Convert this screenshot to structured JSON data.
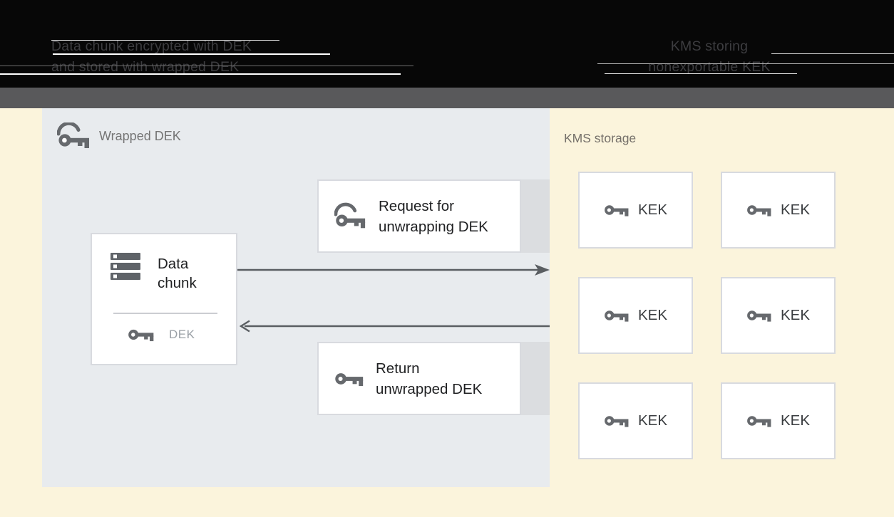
{
  "header_strip": {
    "left": {
      "line1": "Data chunk encrypted with DEK",
      "line2": "and stored with wrapped DEK"
    },
    "right": {
      "line1": "KMS storing",
      "line2": "nonexportable KEK"
    }
  },
  "wrapped_dek_panel": {
    "title": "Wrapped DEK",
    "data_chunk_box": {
      "title_line1": "Data",
      "title_line2": "chunk",
      "key_label": "DEK"
    },
    "request_box": {
      "line1": "Request for",
      "line2": "unwrapping DEK"
    },
    "return_box": {
      "line1": "Return",
      "line2": "unwrapped DEK"
    }
  },
  "kms_storage": {
    "title": "KMS storage",
    "kek_boxes": [
      {
        "label": "KEK"
      },
      {
        "label": "KEK"
      },
      {
        "label": "KEK"
      },
      {
        "label": "KEK"
      },
      {
        "label": "KEK"
      },
      {
        "label": "KEK"
      }
    ]
  },
  "colors": {
    "page_background": "#FBF4DC",
    "panel_background": "#E8EBEE",
    "header_bar": "#070707",
    "gray_bar": "#59595B",
    "box_background": "#FFFFFF",
    "box_border": "#D8DADF",
    "edge_strip": "#DBDDE0",
    "icon_gray": "#66696D",
    "arrow_gray": "#5A5E62",
    "muted_label": "#757575",
    "kms_label": "#75706A",
    "dark_text": "#1F2022",
    "dek_label": "#9AA0A6",
    "header_text": "#3D3D40"
  }
}
